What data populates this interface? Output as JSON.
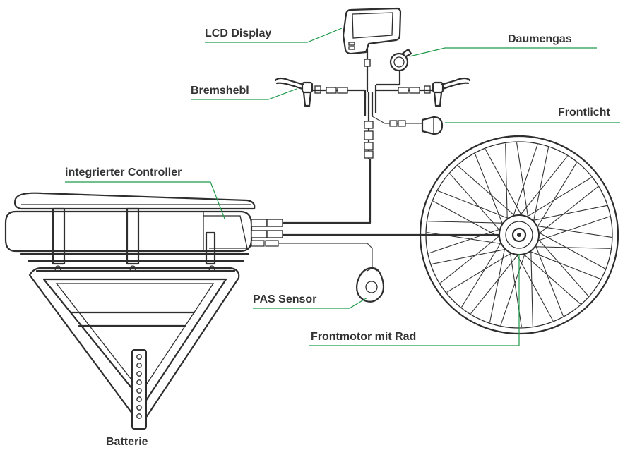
{
  "colors": {
    "leader": "#1f9a4a",
    "label": "#333333",
    "line": "#2e2e2e"
  },
  "labels": {
    "lcd_display": "LCD Display",
    "daumengas": "Daumengas",
    "bremshebl": "Bremshebl",
    "frontlicht": "Frontlicht",
    "controller": "integrierter Controller",
    "pas_sensor": "PAS Sensor",
    "frontmotor": "Frontmotor mit Rad",
    "batterie": "Batterie"
  },
  "icons": {
    "display": "lcd-display-icon",
    "throttle": "thumb-throttle-icon",
    "brake_left": "brake-lever-left-icon",
    "brake_right": "brake-lever-right-icon",
    "light": "front-light-icon",
    "battery": "battery-rack-icon",
    "pas": "pas-sensor-icon",
    "wheel": "front-wheel-motor-icon"
  }
}
